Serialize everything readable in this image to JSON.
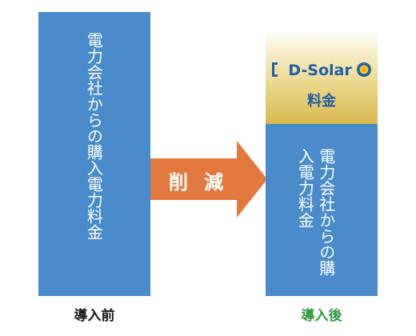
{
  "before": {
    "bar_text": "電力会社からの購入電力料金",
    "caption": "導入前"
  },
  "after": {
    "logo_text": "D-Solar",
    "logo_sublabel": "料金",
    "bar_text": "電力会社からの購入電力料金",
    "caption": "導入後"
  },
  "reduction_label": "削 減",
  "colors": {
    "bar_blue": "#4a8bcb",
    "arrow_orange": "#e27a3f",
    "gold": "#d9b850",
    "caption_green": "#2e9a3c",
    "logo_blue": "#1f5fa8"
  }
}
